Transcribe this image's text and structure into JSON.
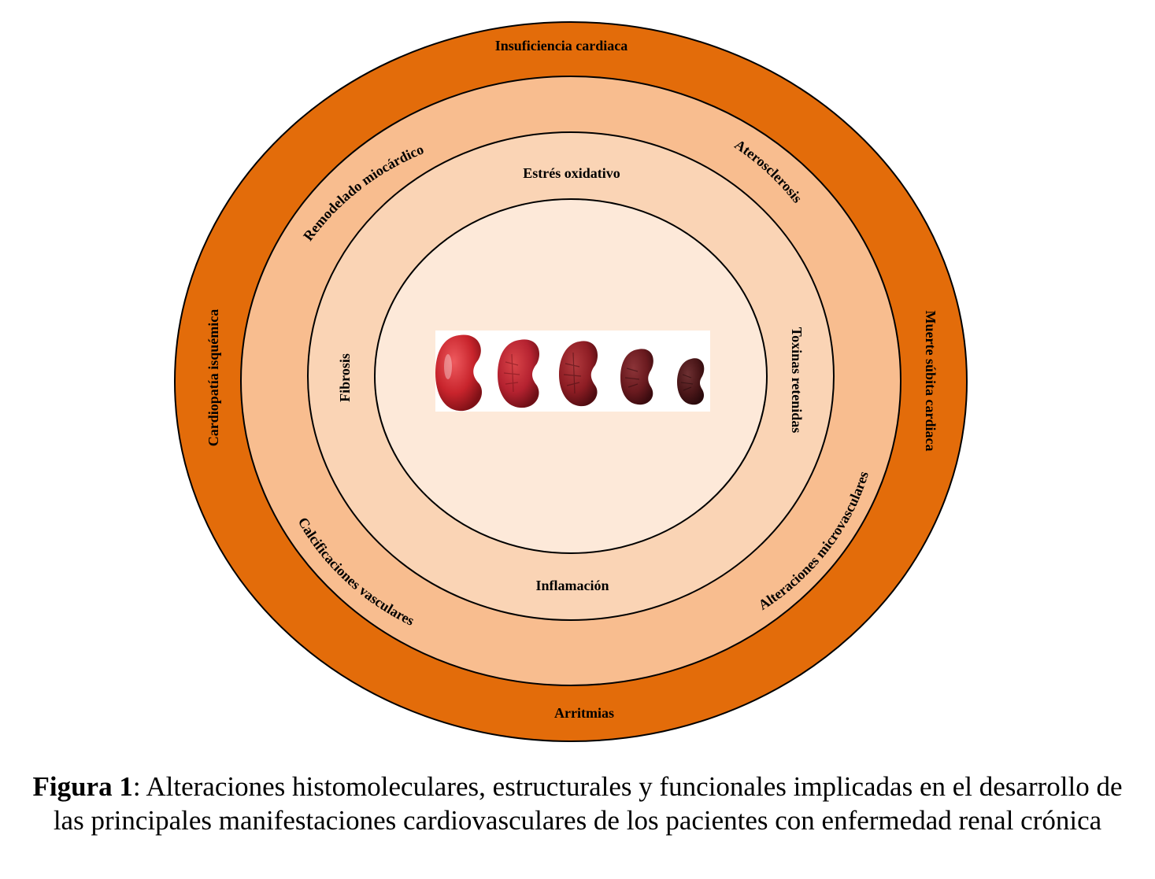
{
  "diagram": {
    "center_image": {
      "description_icon": "kidney-progression-image",
      "kidney_colors": [
        "#c8242c",
        "#b52230",
        "#8e1d24",
        "#6a1a1f",
        "#4a1618"
      ]
    },
    "rings": [
      {
        "id": "outer",
        "color": "#e36c0a",
        "labels": {
          "top": "Insuficiencia  cardiaca",
          "left": "Cardiopatía isquémica",
          "right": "Muerte  súbita  cardiaca",
          "bottom": "Arritmias"
        }
      },
      {
        "id": "second",
        "color": "#f8bd8f",
        "labels": {
          "upper_left": "Remodelado miocárdico",
          "upper_right": "Aterosclerosis",
          "lower_left": "Calcificaciones  vasculares",
          "lower_right": "Alteraciones microvasculares"
        }
      },
      {
        "id": "third",
        "color": "#fad4b5",
        "labels": {
          "top": "Estrés  oxidativo",
          "left": "Fibrosis",
          "right": "Toxinas  retenidas",
          "bottom": "Inflamación"
        }
      },
      {
        "id": "inner",
        "color": "#fde9d9"
      }
    ]
  },
  "caption": {
    "label": "Figura 1",
    "text": ": Alteraciones histomoleculares, estructurales y funcionales implicadas en el desarrollo de las principales manifestaciones cardiovasculares de los pacientes con enfermedad renal crónica"
  }
}
